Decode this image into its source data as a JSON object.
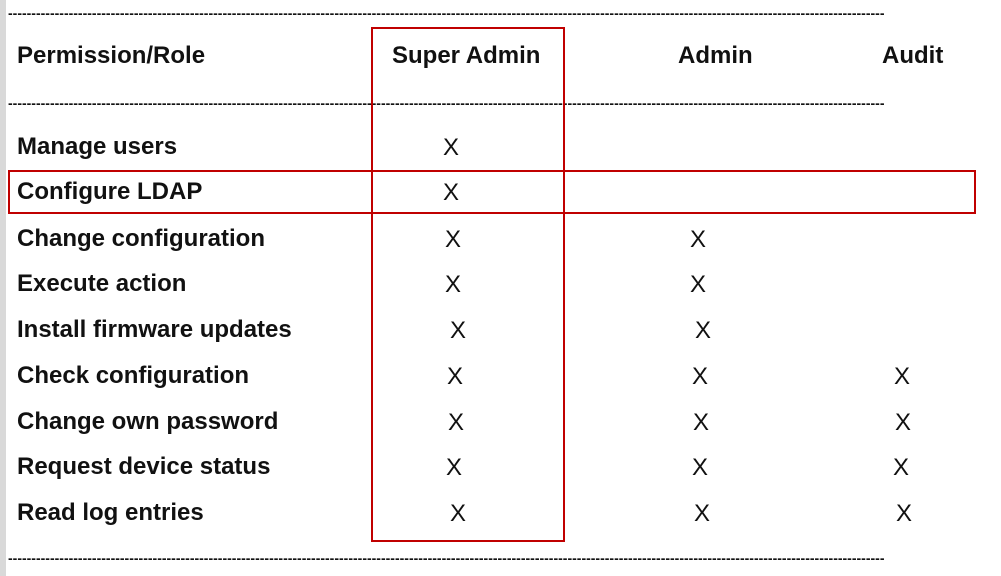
{
  "divider": "--------------------------------------------------------------------------------------------------------------------------------------------------------------------------------------------",
  "header": {
    "permission_role": "Permission/Role",
    "super_admin": "Super Admin",
    "admin": "Admin",
    "audit": "Audit"
  },
  "rows": [
    {
      "permission": "Manage users",
      "super_admin": "X",
      "admin": "",
      "audit": ""
    },
    {
      "permission": "Configure LDAP",
      "super_admin": "X",
      "admin": "",
      "audit": ""
    },
    {
      "permission": "Change configuration",
      "super_admin": "X",
      "admin": "X",
      "audit": ""
    },
    {
      "permission": "Execute action",
      "super_admin": "X",
      "admin": "X",
      "audit": ""
    },
    {
      "permission": "Install firmware updates",
      "super_admin": "X",
      "admin": "X",
      "audit": ""
    },
    {
      "permission": "Check configuration",
      "super_admin": "X",
      "admin": "X",
      "audit": "X"
    },
    {
      "permission": "Change own password",
      "super_admin": "X",
      "admin": "X",
      "audit": "X"
    },
    {
      "permission": "Request device status",
      "super_admin": "X",
      "admin": "X",
      "audit": "X"
    },
    {
      "permission": "Read log entries",
      "super_admin": "X",
      "admin": "X",
      "audit": "X"
    }
  ],
  "highlight_color": "#c00000"
}
